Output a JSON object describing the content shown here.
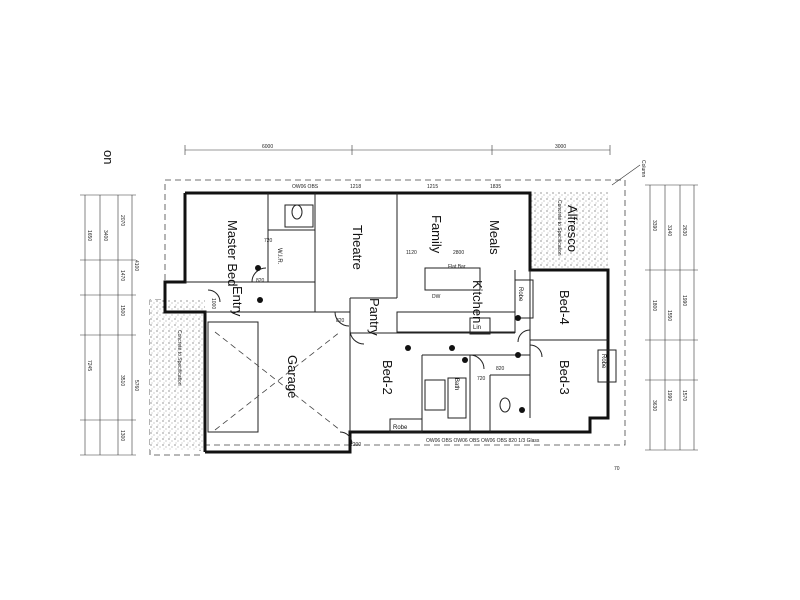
{
  "rooms": {
    "master_bed": "Master Bed",
    "theatre": "Theatre",
    "family": "Family",
    "meals": "Meals",
    "alfresco": "Alfresco",
    "wir": "W.I.R.",
    "entry": "Entry",
    "kitchen": "Kitchen",
    "pantry": "Pantry",
    "garage": "Garage",
    "bed2": "Bed-2",
    "bed3": "Bed-3",
    "bed4": "Bed-4",
    "bath": "Bath",
    "robe1": "Robe",
    "robe2": "Robe",
    "robe3": "Robe",
    "lin": "Lin",
    "flat_bar": "Flat Bar",
    "dw": "DW"
  },
  "labels": {
    "top_note": "OW06 OBS",
    "bottom_note": "OW06 OBS  OW06 OBS  OW06 OBS  820  1/3 Glass",
    "door_820_a": "820",
    "door_820_b": "820",
    "door_820_c": "820",
    "door_720_a": "720",
    "door_720_b": "720",
    "door_1000": "1000",
    "door_1200": "1200",
    "dim_2800": "2800",
    "dim_1120": "1120",
    "dim_1215": "1215",
    "dim_1835": "1835",
    "dim_1218": "1218",
    "dim_6000": "6000",
    "dim_3000": "3000",
    "margin_on": "on",
    "page_num": "70",
    "column": "Column",
    "alfresco_note": "Concrete to Specification",
    "driveway_note": "Concrete to Specification"
  },
  "left_dims": [
    "1650",
    "3400",
    "2070",
    "1470",
    "1500",
    "3510",
    "1300",
    "4100",
    "7245",
    "5760"
  ],
  "right_dims": [
    "3390",
    "3140",
    "2630",
    "1990",
    "1550",
    "1570",
    "1990",
    "1800",
    "3630"
  ]
}
